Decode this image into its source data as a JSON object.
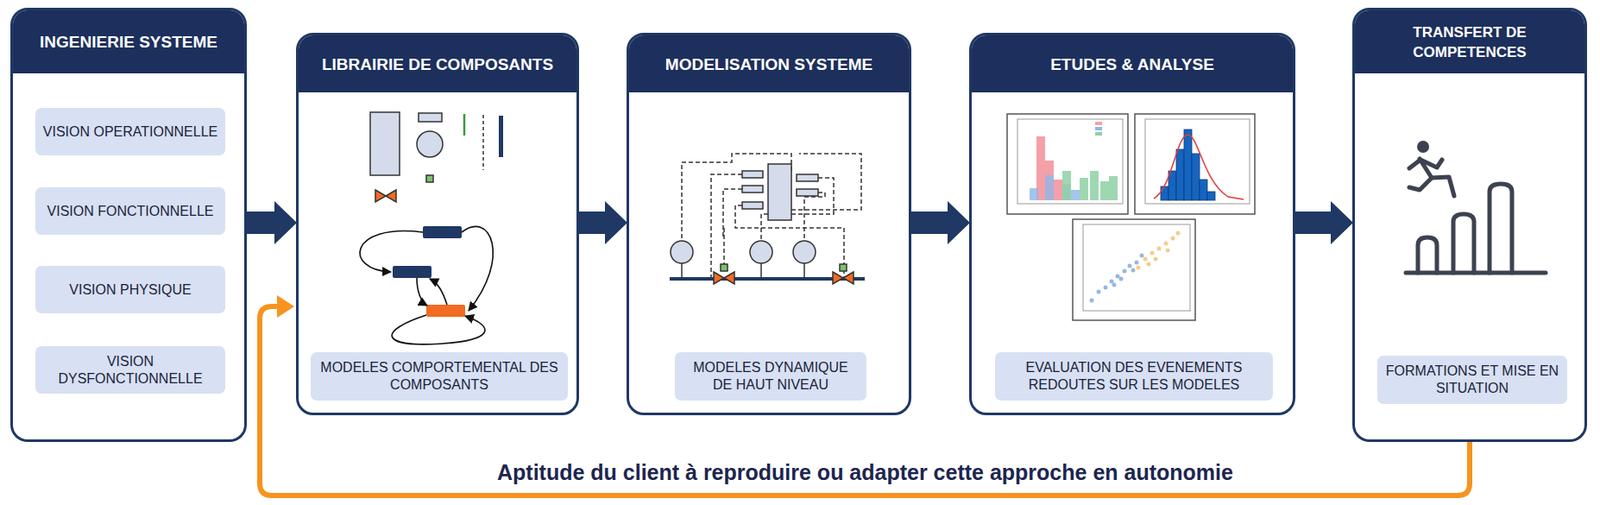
{
  "diagram": {
    "nodes": [
      {
        "text": [
          "INGENIERIE SYSTEME"
        ]
      },
      {
        "text": [
          "VISION OPERATIONNELLE"
        ],
        "in": 0
      },
      {
        "text": [
          "VISION FONCTIONNELLE"
        ],
        "in": 0
      },
      {
        "text": [
          "VISION PHYSIQUE"
        ],
        "in": 0
      },
      {
        "text": [
          "VISION DYSFONCTIONNELLE"
        ],
        "in": 0
      },
      {
        "text": [
          "LIBRAIRIE DE COMPOSANTS"
        ]
      },
      {
        "text": [
          "MODELES COMPORTEMENTAL DES COMPOSANTS"
        ],
        "in": 5
      },
      {
        "text": [
          "MODELISATION SYSTEME"
        ]
      },
      {
        "text": [
          "MODELES DYNAMIQUE DE HAUT NIVEAU"
        ],
        "in": 7
      },
      {
        "text": [
          "ETUDES & ANALYSE"
        ]
      },
      {
        "text": [
          "EVALUATION DES EVENEMENTS REDOUTES SUR LES MODELES"
        ],
        "in": 9
      },
      {
        "text": [
          "TRANSFERT DE COMPETENCES"
        ]
      },
      {
        "text": [
          "FORMATIONS ET MISE EN SITUATION"
        ],
        "in": 11
      }
    ],
    "edges": [
      {
        "from": 0,
        "to": 5,
        "arrow": "to"
      },
      {
        "from": 5,
        "to": 7,
        "arrow": "to"
      },
      {
        "from": 7,
        "to": 9,
        "arrow": "to"
      },
      {
        "from": 9,
        "to": 11,
        "arrow": "to"
      },
      {
        "from": 11,
        "to": 5,
        "arrow": "to",
        "label": "Aptitude du client à reproduire ou adapter cette approche en autonomie"
      }
    ]
  }
}
